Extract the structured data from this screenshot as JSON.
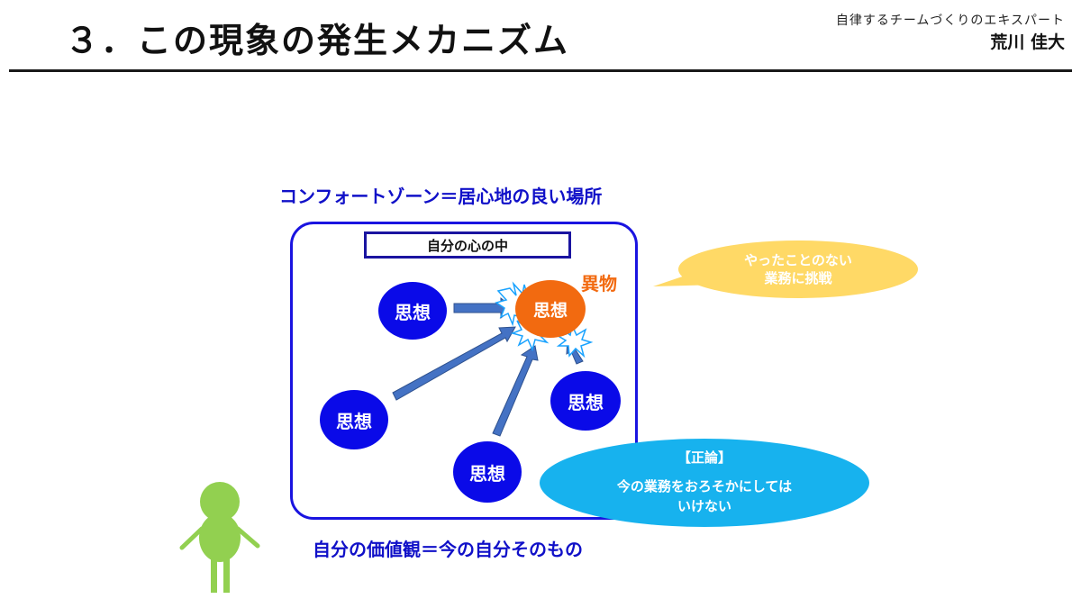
{
  "header": {
    "title": "３．この現象の発生メカニズム",
    "tagline": "自律するチームづくりのエキスパート",
    "author": "荒川 佳大"
  },
  "diagram": {
    "comfort_zone_caption": "コンフォートゾーン＝居心地の良い場所",
    "mind_label": "自分の心の中",
    "thought_label": "思想",
    "foreign_body_label": "異物",
    "values_caption": "自分の価値観＝今の自分そのもの",
    "challenge_bubble": {
      "line1": "やったことのない",
      "line2": "業務に挑戦"
    },
    "argument_bubble": {
      "heading": "【正論】",
      "line1": "今の業務をおろそかにしては",
      "line2": "いけない"
    }
  },
  "colors": {
    "thought_blue": "#0a0ae8",
    "foreign_orange": "#f26a10",
    "caption_blue": "#1010c8",
    "challenge_yellow": "#ffd966",
    "argument_cyan": "#17b2ee",
    "person_green": "#92d050",
    "arrow_blue": "#4472c4"
  }
}
